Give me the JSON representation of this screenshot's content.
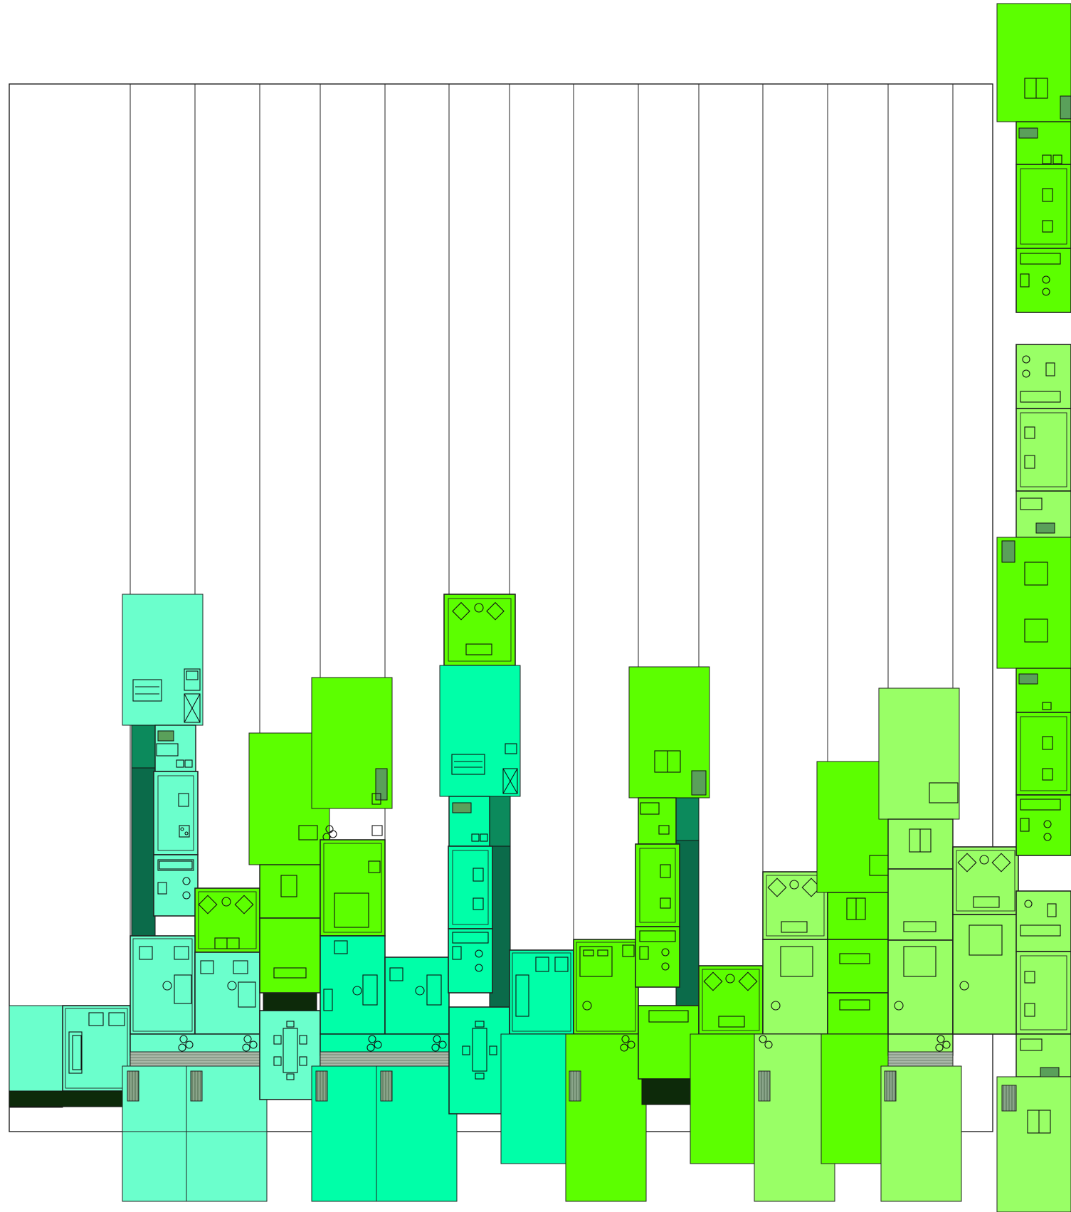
{
  "diagram": {
    "type": "architectural-floor-plan-elevation",
    "text_labels": [],
    "palette": {
      "aqua": "#6bffcc",
      "mint": "#00ffa8",
      "lime": "#5cff00",
      "light_lime": "#99ff66",
      "dark_green": "#0b6b4a",
      "void": "#0d2a0a"
    },
    "column_count": 15,
    "unit_groups": [
      {
        "name": "aqua-cluster",
        "color": "aqua"
      },
      {
        "name": "mint-cluster",
        "color": "mint"
      },
      {
        "name": "lime-cluster",
        "color": "lime"
      },
      {
        "name": "light-lime-cluster",
        "color": "light_lime"
      },
      {
        "name": "tall-tower",
        "color": "lime"
      }
    ],
    "icons": [
      "bed-icon",
      "sofa-icon",
      "dining-table-icon",
      "bathtub-icon",
      "toilet-icon",
      "kitchen-counter-icon",
      "armchair-icon",
      "stair-icon"
    ]
  }
}
